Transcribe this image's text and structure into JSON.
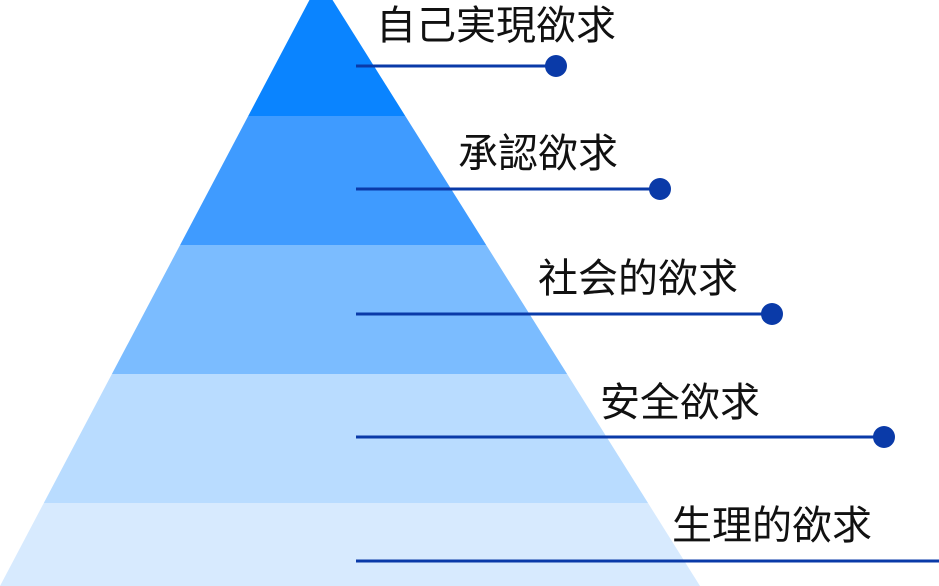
{
  "pyramid": {
    "levels": [
      {
        "label": "自己実現欲求",
        "color": "#0A84FF"
      },
      {
        "label": "承認欲求",
        "color": "#3F9BFF"
      },
      {
        "label": "社会的欲求",
        "color": "#7BBCFF"
      },
      {
        "label": "安全欲求",
        "color": "#B9DCFF"
      },
      {
        "label": "生理的欲求",
        "color": "#D7EAFE"
      }
    ],
    "connector_color": "#0A3AA8"
  }
}
